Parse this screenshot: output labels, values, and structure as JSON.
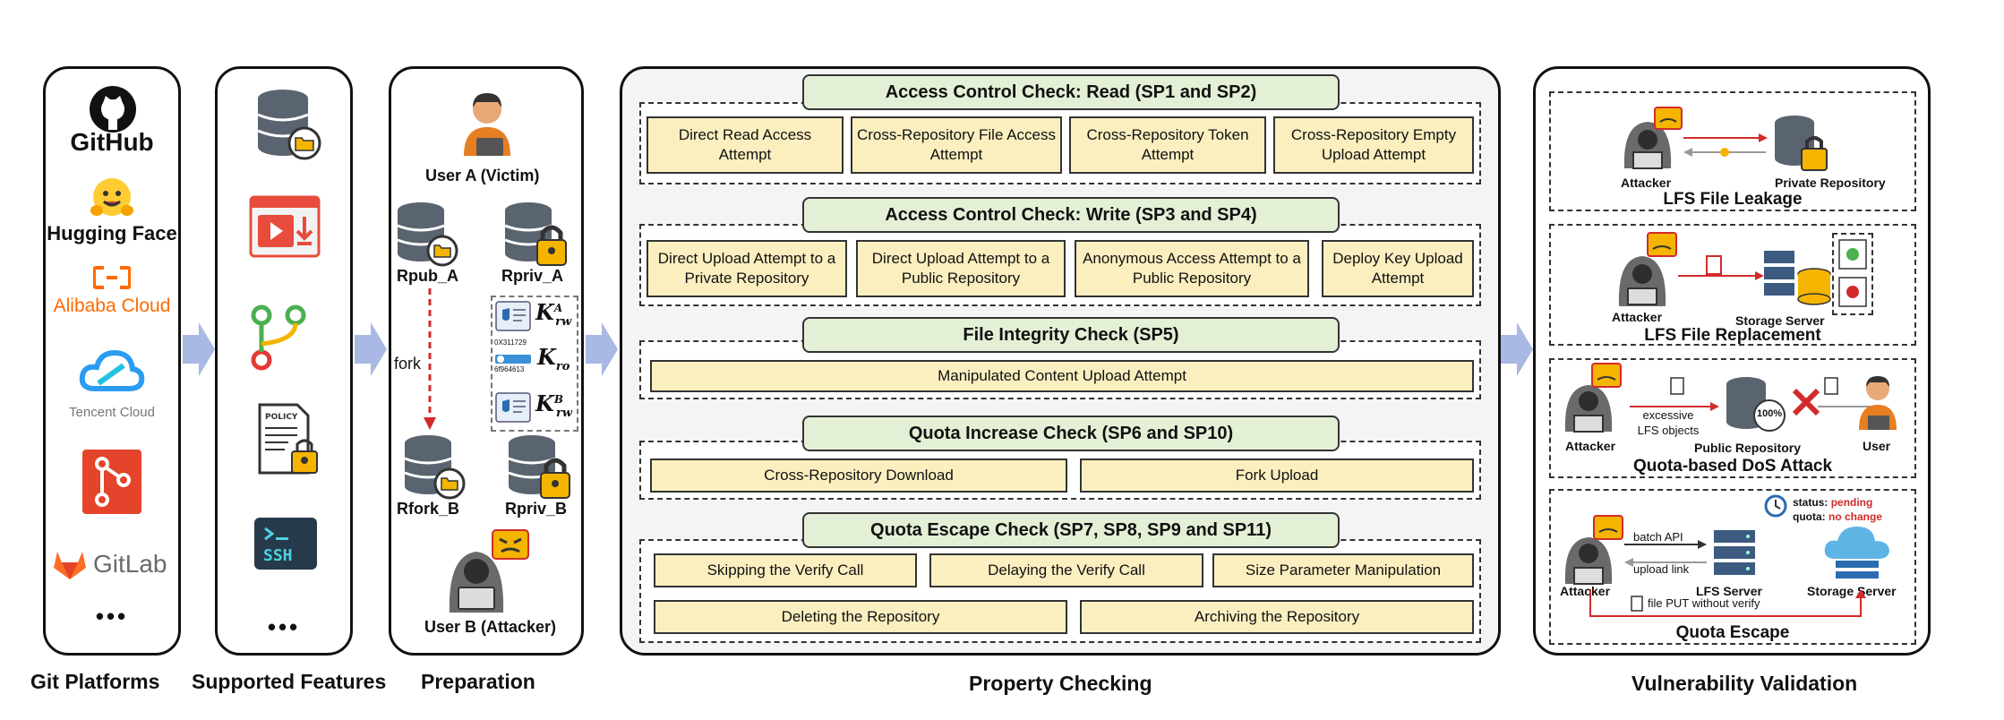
{
  "columns": {
    "platforms": "Git Platforms",
    "features": "Supported Features",
    "preparation": "Preparation",
    "checking": "Property Checking",
    "validation": "Vulnerability Validation"
  },
  "platforms": [
    "GitHub",
    "Hugging Face",
    "Alibaba Cloud",
    "Tencent Cloud",
    "GitLab"
  ],
  "ellipsis": "•••",
  "preparation": {
    "user_a": "User A (Victim)",
    "rpub_a": "Rpub_A",
    "rpriv_a": "Rpriv_A",
    "fork": "fork",
    "rfork_b": "Rfork_B",
    "rpriv_b": "Rpriv_B",
    "user_b": "User B (Attacker)",
    "key_rw_a": "K",
    "key_rw_a_sup": "A",
    "key_rw_a_sub": "rw",
    "key_ro": "K",
    "key_ro_sub": "ro",
    "key_rw_b": "K",
    "key_rw_b_sup": "B",
    "key_rw_b_sub": "rw",
    "card_text1": "0X311729",
    "card_text2": "6f964613"
  },
  "checks": [
    {
      "title": "Access Control Check: Read (SP1 and SP2)",
      "items": [
        "Direct Read Access Attempt",
        "Cross-Repository File Access Attempt",
        "Cross-Repository Token Attempt",
        "Cross-Repository Empty Upload Attempt"
      ]
    },
    {
      "title": "Access Control Check: Write (SP3 and SP4)",
      "items": [
        "Direct Upload Attempt to a Private Repository",
        "Direct Upload Attempt to a Public Repository",
        "Anonymous Access Attempt to a Public Repository",
        "Deploy Key Upload Attempt"
      ]
    },
    {
      "title": "File Integrity Check (SP5)",
      "items": [
        "Manipulated Content Upload Attempt"
      ]
    },
    {
      "title": "Quota Increase Check (SP6 and SP10)",
      "items": [
        "Cross-Repository Download",
        "Fork Upload"
      ]
    },
    {
      "title": "Quota Escape Check (SP7, SP8, SP9 and SP11)",
      "items": [
        "Skipping the Verify Call",
        "Delaying the Verify Call",
        "Size Parameter Manipulation",
        "Deleting the Repository",
        "Archiving the Repository"
      ]
    }
  ],
  "validation": {
    "leak": {
      "attacker": "Attacker",
      "repo": "Private Repository",
      "title": "LFS File Leakage"
    },
    "replace": {
      "attacker": "Attacker",
      "server": "Storage Server",
      "title": "LFS File Replacement"
    },
    "dos": {
      "attacker": "Attacker",
      "objects": "excessive LFS objects",
      "repo": "Public Repository",
      "user": "User",
      "percent": "100%",
      "title": "Quota-based DoS Attack"
    },
    "escape": {
      "attacker": "Attacker",
      "batch": "batch API",
      "upload": "upload link",
      "lfs": "LFS Server",
      "storage": "Storage Server",
      "put": "file PUT without verify",
      "status_label": "status:",
      "status_value": "pending",
      "quota_label": "quota:",
      "quota_value": "no change",
      "title": "Quota Escape"
    }
  },
  "colors": {
    "arrow": "#a9b9e3",
    "title_fill": "#e3f0d6",
    "item_fill": "#fbefc0",
    "danger": "#d22b2b",
    "db": "#5a6470"
  }
}
